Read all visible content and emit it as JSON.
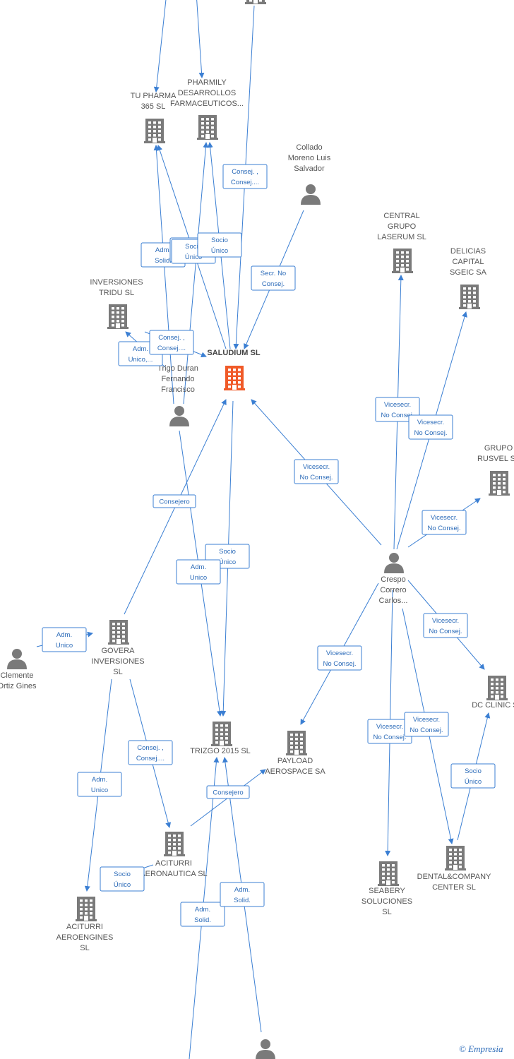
{
  "colors": {
    "edge": "#3b7fd3",
    "company": "#7a7a7a",
    "main_company": "#f05a28",
    "person": "#7a7a7a"
  },
  "nodes": [
    {
      "id": "top_company",
      "type": "company",
      "label": []
    },
    {
      "id": "tu_pharma",
      "type": "company",
      "label": [
        "TU PHARMA",
        "365  SL"
      ]
    },
    {
      "id": "pharmily",
      "type": "company",
      "label": [
        "PHARMILY",
        "DESARROLLOS",
        "FARMACEUTICOS..."
      ]
    },
    {
      "id": "collado",
      "type": "person",
      "label": [
        "Collado",
        "Moreno Luis",
        "Salvador"
      ]
    },
    {
      "id": "central_grupo",
      "type": "company",
      "label": [
        "CENTRAL",
        "GRUPO",
        "LASERUM  SL"
      ]
    },
    {
      "id": "delicias",
      "type": "company",
      "label": [
        "DELICIAS",
        "CAPITAL",
        "SGEIC SA"
      ]
    },
    {
      "id": "inversiones_tridu",
      "type": "company",
      "label": [
        "INVERSIONES",
        "TRIDU  SL"
      ]
    },
    {
      "id": "saludium",
      "type": "main",
      "label": [
        "SALUDIUM  SL"
      ]
    },
    {
      "id": "trigo",
      "type": "person",
      "label": [
        "Trigo Duran",
        "Fernando",
        "Francisco"
      ]
    },
    {
      "id": "grupo_rusvel",
      "type": "company",
      "label": [
        "GRUPO",
        "RUSVEL SL"
      ]
    },
    {
      "id": "crespo",
      "type": "person",
      "label": [
        "Crespo",
        "Correro",
        "Carlos..."
      ]
    },
    {
      "id": "clemente",
      "type": "person",
      "label": [
        "Clemente",
        "Ortiz Gines"
      ]
    },
    {
      "id": "govera",
      "type": "company",
      "label": [
        "GOVERA",
        "INVERSIONES",
        "SL"
      ]
    },
    {
      "id": "dc_clinic",
      "type": "company",
      "label": [
        "DC CLINIC  SL"
      ]
    },
    {
      "id": "trizgo",
      "type": "company",
      "label": [
        "TRIZGO 2015  SL"
      ]
    },
    {
      "id": "payload",
      "type": "company",
      "label": [
        "PAYLOAD",
        "AEROSPACE SA"
      ]
    },
    {
      "id": "aciturri_aeronautica",
      "type": "company",
      "label": [
        "ACITURRI",
        "AERONAUTICA SL"
      ]
    },
    {
      "id": "dental_company",
      "type": "company",
      "label": [
        "DENTAL&COMPANY",
        "CENTER SL"
      ]
    },
    {
      "id": "seabery",
      "type": "company",
      "label": [
        "SEABERY",
        "SOLUCIONES",
        "SL"
      ]
    },
    {
      "id": "aciturri_aeroengines",
      "type": "company",
      "label": [
        "ACITURRI",
        "AEROENGINES",
        "SL"
      ]
    },
    {
      "id": "bottom_person",
      "type": "person",
      "label": []
    }
  ],
  "edges": [
    {
      "from": "top_left_off",
      "to": "tu_pharma",
      "label": []
    },
    {
      "from": "top_mid_off",
      "to": "pharmily",
      "label": []
    },
    {
      "from": "top_company",
      "to": "saludium",
      "label": [
        "Consej. ,",
        "Consej...."
      ]
    },
    {
      "from": "collado",
      "to": "saludium",
      "label": [
        "Secr.  No",
        "Consej."
      ]
    },
    {
      "from": "trigo",
      "to": "tu_pharma",
      "label": [
        "Adm.",
        "Solid."
      ]
    },
    {
      "from": "trigo",
      "to": "pharmily",
      "label": [
        "Socio",
        "Único"
      ]
    },
    {
      "from": "saludium",
      "to": "tu_pharma",
      "label": [
        "Socio",
        "Único"
      ]
    },
    {
      "from": "saludium",
      "to": "pharmily",
      "label": [
        "Socio",
        "Único"
      ]
    },
    {
      "from": "trigo",
      "to": "inversiones_tridu",
      "label": [
        "Adm.",
        "Unico,..."
      ]
    },
    {
      "from": "trigo",
      "to": "saludium",
      "label": [
        "Consej. ,",
        "Consej...."
      ]
    },
    {
      "from": "crespo",
      "to": "central_grupo",
      "label": [
        "Vicesecr.",
        "No Consej."
      ]
    },
    {
      "from": "crespo",
      "to": "delicias",
      "label": [
        "Vicesecr.",
        "No Consej."
      ]
    },
    {
      "from": "crespo",
      "to": "saludium",
      "label": [
        "Vicesecr.",
        "No Consej."
      ]
    },
    {
      "from": "crespo",
      "to": "grupo_rusvel",
      "label": [
        "Vicesecr.",
        "No Consej."
      ]
    },
    {
      "from": "govera",
      "to": "saludium",
      "label": [
        "Consejero"
      ]
    },
    {
      "from": "saludium",
      "to": "trizgo",
      "label": [
        "Socio",
        "Único"
      ]
    },
    {
      "from": "trigo",
      "to": "trizgo",
      "label": [
        "Adm.",
        "Unico"
      ]
    },
    {
      "from": "clemente",
      "to": "govera",
      "label": [
        "Adm.",
        "Unico"
      ]
    },
    {
      "from": "crespo",
      "to": "dc_clinic",
      "label": [
        "Vicesecr.",
        "No Consej."
      ]
    },
    {
      "from": "crespo",
      "to": "payload",
      "label": [
        "Vicesecr.",
        "No Consej."
      ]
    },
    {
      "from": "crespo",
      "to": "seabery",
      "label": [
        "Vicesecr.",
        "No Consej."
      ]
    },
    {
      "from": "crespo",
      "to": "dental_company",
      "label": [
        "Vicesecr.",
        "No Consej."
      ]
    },
    {
      "from": "govera",
      "to": "aciturri_aeronautica",
      "label": [
        "Consej. ,",
        "Consej...."
      ]
    },
    {
      "from": "govera",
      "to": "aciturri_aeroengines",
      "label": [
        "Adm.",
        "Unico"
      ]
    },
    {
      "from": "aciturri_aeronautica",
      "to": "payload",
      "label": [
        "Consejero"
      ]
    },
    {
      "from": "dental_company",
      "to": "dc_clinic",
      "label": [
        "Socio",
        "Único"
      ]
    },
    {
      "from": "aciturri_aeronautica",
      "to": "aciturri_aeroengines",
      "label": [
        "Socio",
        "Único"
      ]
    },
    {
      "from": "bottom_left_off",
      "to": "trizgo",
      "label": [
        "Adm.",
        "Solid."
      ]
    },
    {
      "from": "bottom_person",
      "to": "trizgo",
      "label": [
        "Adm.",
        "Solid."
      ]
    }
  ],
  "footer": {
    "copyright": "© Empresia"
  }
}
